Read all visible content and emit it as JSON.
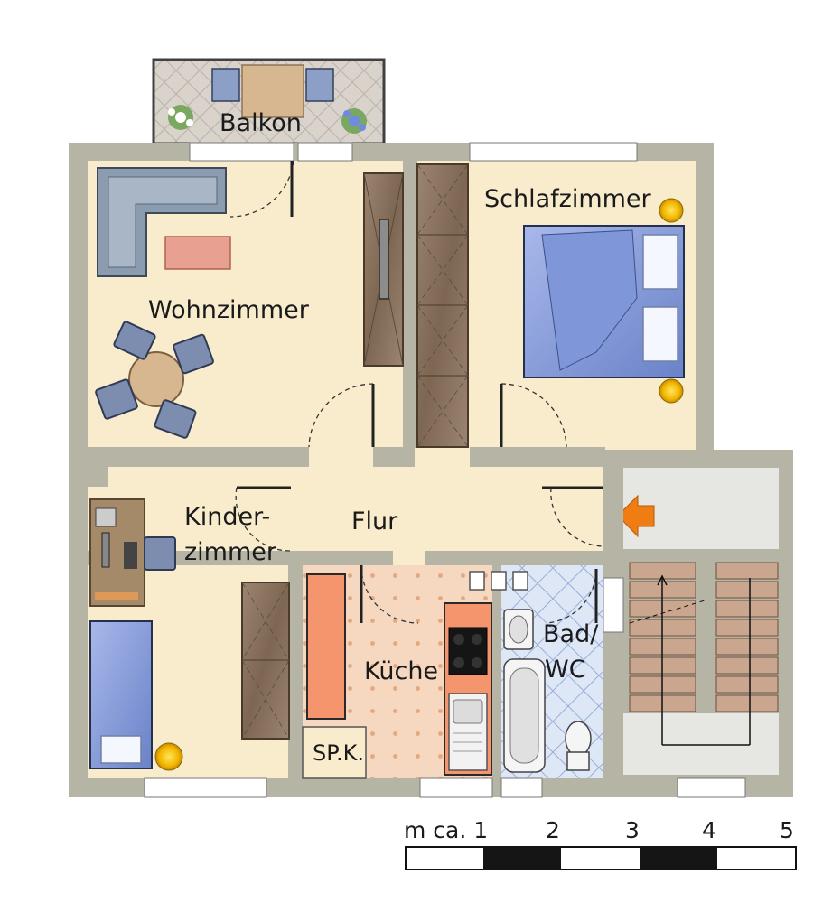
{
  "rooms": {
    "balkon": "Balkon",
    "wohnzimmer": "Wohnzimmer",
    "schlafzimmer": "Schlafzimmer",
    "kinderzimmer_line1": "Kinder-",
    "kinderzimmer_line2": "zimmer",
    "flur": "Flur",
    "kueche": "Küche",
    "bad_line1": "Bad/",
    "bad_line2": "WC",
    "spk": "SP.K."
  },
  "scale": {
    "label": "m ca. 1",
    "ticks": [
      "2",
      "3",
      "4",
      "5"
    ]
  },
  "colors": {
    "wall": "#b6b4a5",
    "floor": "#f8eccd",
    "furniture_brown": "#8c7660",
    "bed_blue": "#8b9ed6",
    "sofa_blue": "#8b9cb0",
    "entrance_arrow": "#f07d13",
    "stair_wood": "#c9a68d"
  },
  "icons": [
    "sofa-icon",
    "coffee-table-icon",
    "dining-set-icon",
    "tv-icon",
    "wardrobe-icon",
    "bed-icon",
    "lamp-icon",
    "desk-icon",
    "kitchen-counter-icon",
    "stove-icon",
    "sink-icon",
    "bathtub-icon",
    "toilet-icon",
    "washbasin-icon",
    "stairs-icon",
    "entrance-arrow-icon",
    "flower-pot-icon"
  ]
}
